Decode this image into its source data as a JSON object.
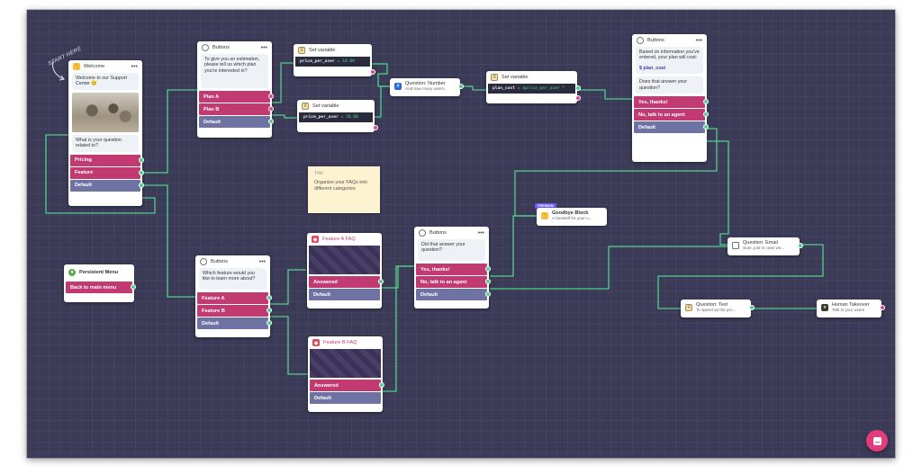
{
  "canvas": {
    "background": "#3b3a57",
    "wire_color": "#4fd18b",
    "accent_pink": "#c23a72",
    "default_blue": "#6f73a3"
  },
  "start_label": "START HERE",
  "welcome": {
    "title": "Welcome",
    "message": "Welcome to our Support Center 😊",
    "question": "What is your question related to?",
    "buttons": [
      "Pricing",
      "Feature",
      "Default"
    ]
  },
  "plan_buttons": {
    "title": "Buttons",
    "message": "To give you an estimation, please tell us which plan you're interested in?",
    "buttons": [
      "Plan A",
      "Plan B",
      "Default"
    ]
  },
  "set_var_a": {
    "title": "Set variable",
    "var": "price_per_user",
    "op": "=",
    "value": "10.00"
  },
  "set_var_b": {
    "title": "Set variable",
    "var": "price_per_user",
    "op": "=",
    "value": "20.00"
  },
  "question_number": {
    "title": "Question: Number",
    "subtitle": "And how many users..."
  },
  "set_var_c": {
    "title": "Set variable",
    "var": "plan_cost",
    "op": "=",
    "value": "$price_per_user *"
  },
  "estimate_buttons": {
    "title": "Buttons",
    "message": "Based on information you've entered, your plan will cost:",
    "variable": "$ plan_cost",
    "question": "Does that answer your question?",
    "buttons": [
      "Yes, thanks!",
      "No, talk to an agent",
      "Default"
    ]
  },
  "note": {
    "title": "Title",
    "text": "Organize your FAQs into different categories"
  },
  "persistent_menu": {
    "title": "Persistent Menu",
    "button": "Back to main menu"
  },
  "feature_buttons": {
    "title": "Buttons",
    "message": "Which feature would you like to learn more about?",
    "buttons": [
      "Feature A",
      "Feature B",
      "Default"
    ]
  },
  "faq_a": {
    "title": "Feature A FAQ",
    "buttons": [
      "Answered",
      "Default"
    ]
  },
  "faq_b": {
    "title": "Feature B FAQ",
    "buttons": [
      "Answered",
      "Default"
    ]
  },
  "answer_buttons": {
    "title": "Buttons",
    "message": "Did that answer your question?",
    "buttons": [
      "Yes, thanks!",
      "No, talk to an agent",
      "Default"
    ]
  },
  "goodbye": {
    "badge": "PREMIUM",
    "title": "Goodbye Block",
    "subtitle": "A farewell for your u..."
  },
  "question_email": {
    "title": "Question: Email",
    "subtitle": "Sure, just in case we..."
  },
  "question_text": {
    "title": "Question: Text",
    "subtitle": "To speed up the pro..."
  },
  "human_takeover": {
    "title": "Human Takeover",
    "subtitle": "Talk to your users"
  }
}
